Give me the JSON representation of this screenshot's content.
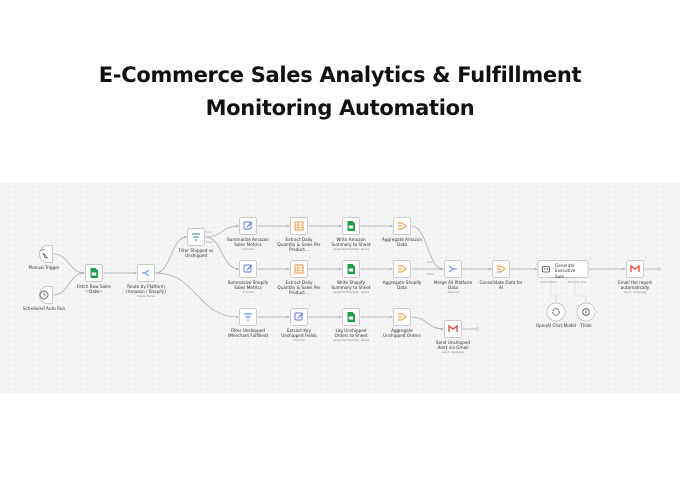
{
  "title_line1": "E-Commerce Sales Analytics & Fulfillment",
  "title_line2": "Monitoring Automation",
  "nodes": {
    "manual_trigger": {
      "label": "Manual Trigger",
      "icon": "cursor-click-icon",
      "color": "#666666"
    },
    "scheduled_run": {
      "label": "Scheduled Auto Run",
      "icon": "clock-icon",
      "color": "#666666"
    },
    "fetch_sales": {
      "label": "Fetch Raw Sales Data",
      "sub": "read: sheet",
      "icon": "google-sheets-icon",
      "color": "#1e9e4a"
    },
    "route_platform": {
      "label": "Route by Platform (Amazon / Shopify)",
      "sub": "mode: Rules",
      "icon": "switch-icon",
      "color": "#3b82f6"
    },
    "filter_shipped": {
      "label": "Filter Shipped vs Unshipped",
      "icon": "filter-icon",
      "color": "#1f7a7a"
    },
    "sum_amazon": {
      "label": "Summarize Amazon Sales Metrics",
      "sub": "manual",
      "icon": "edit-icon",
      "color": "#5b6ee1"
    },
    "sum_shopify": {
      "label": "Summarize Shopify Sales Metrics",
      "sub": "manual",
      "icon": "edit-icon",
      "color": "#5b6ee1"
    },
    "filter_unshipped": {
      "label": "Filter Unshipped (Merchant Fulfilled)",
      "icon": "filter-icon",
      "color": "#3b82f6"
    },
    "extract_amazon": {
      "label": "Extract Daily Quantity & Sales Per Product...",
      "icon": "table-icon",
      "color": "#f28c28"
    },
    "extract_shopify": {
      "label": "Extract Daily Quantity & Sales Per Product...",
      "icon": "table-icon",
      "color": "#f28c28"
    },
    "extract_unshipped": {
      "label": "Extract Key Unshipped Fields",
      "sub": "manual",
      "icon": "edit-icon",
      "color": "#5b6ee1"
    },
    "write_amazon": {
      "label": "Write Amazon Summary to Sheet",
      "sub": "appendOrUpdate: sheet",
      "icon": "google-sheets-icon",
      "color": "#1e9e4a"
    },
    "write_shopify": {
      "label": "Write Shopify Summary to Sheet",
      "sub": "appendOrUpdate: sheet",
      "icon": "google-sheets-icon",
      "color": "#1e9e4a"
    },
    "log_unshipped": {
      "label": "Log Unshipped Orders to Sheet",
      "sub": "appendOrUpdate: sheet",
      "icon": "google-sheets-icon",
      "color": "#1e9e4a"
    },
    "agg_amazon": {
      "label": "Aggregate Amazon Data",
      "icon": "aggregate-icon",
      "color": "#f28c28"
    },
    "agg_shopify": {
      "label": "Aggregate Shopify Data",
      "icon": "aggregate-icon",
      "color": "#f28c28"
    },
    "agg_unshipped": {
      "label": "Aggregate Unshipped Orders",
      "icon": "aggregate-icon",
      "color": "#f28c28"
    },
    "merge": {
      "label": "Merge All Platform Data",
      "sub": "append",
      "icon": "merge-icon",
      "color": "#3b82f6"
    },
    "send_alert": {
      "label": "Send Unshipped Alert via Gmail",
      "sub": "send: message",
      "icon": "gmail-icon",
      "color": "#ea4335"
    },
    "consolidate": {
      "label": "Consolidate Data for AI",
      "icon": "aggregate-icon",
      "color": "#f28c28"
    },
    "gen_summary": {
      "label": "Generate Executive Sale...",
      "icon": "robot-icon",
      "color": "#444444"
    },
    "openai": {
      "label": "OpenAI Chat Model",
      "icon": "openai-icon",
      "color": "#444444"
    },
    "think": {
      "label": "Think",
      "icon": "think-icon",
      "color": "#444444"
    },
    "email_report": {
      "label": "Email the report automatically",
      "sub": "send: message",
      "icon": "gmail-icon",
      "color": "#ea4335"
    }
  },
  "edge_labels": {
    "true": "true",
    "false": "false",
    "chat_model": "Chat Model*",
    "memory": "Memory",
    "tool": "Tool"
  }
}
